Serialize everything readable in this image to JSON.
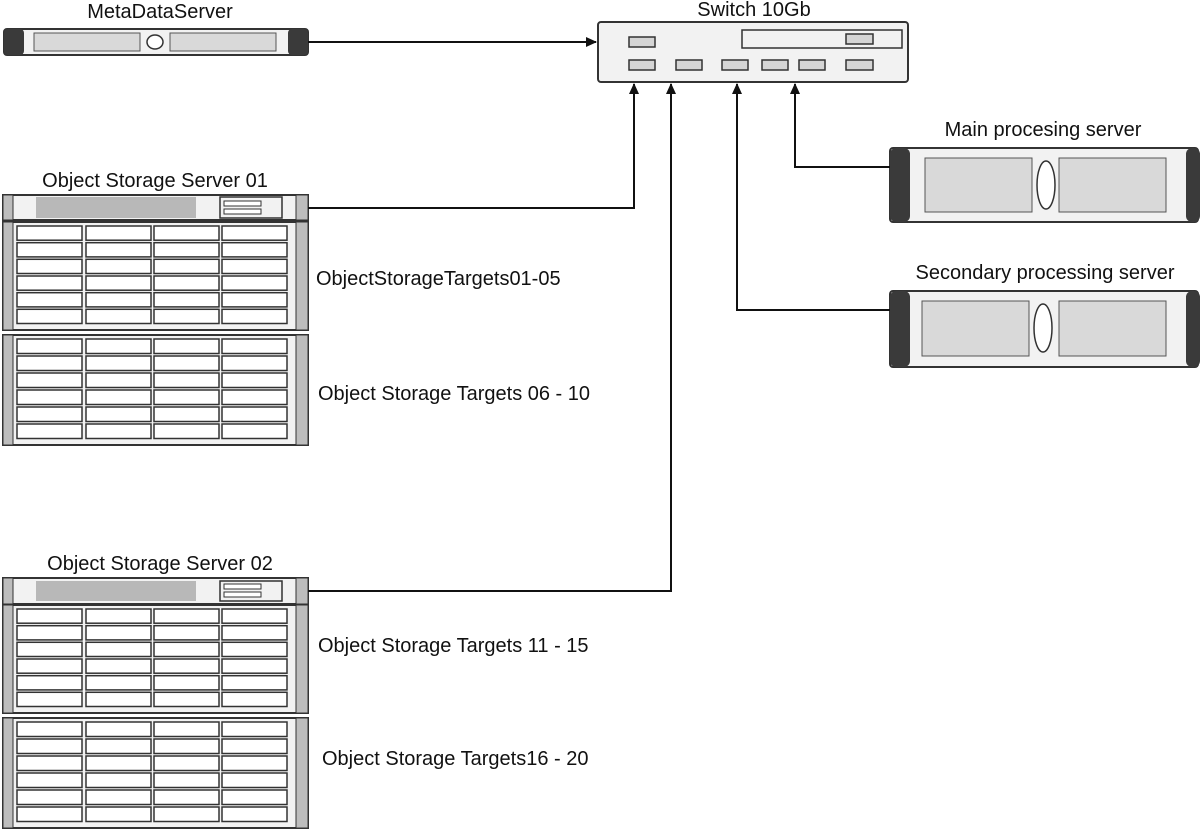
{
  "nodes": {
    "metadata_server": {
      "label": "MetaDataServer"
    },
    "switch": {
      "label": "Switch 10Gb"
    },
    "main_server": {
      "label": "Main procesing server"
    },
    "secondary_server": {
      "label": "Secondary processing server"
    },
    "oss01": {
      "label": "Object Storage Server 01"
    },
    "oss02": {
      "label": "Object Storage Server 02"
    }
  },
  "targets": {
    "t01_05": "ObjectStorageTargets01-05",
    "t06_10": "Object Storage Targets 06 - 10",
    "t11_15": "Object Storage Targets 11 - 15",
    "t16_20": "Object Storage Targets16 - 20"
  },
  "colors": {
    "line": "#111111",
    "chassis": "#f2f2f2",
    "panel": "#d9d9d9",
    "ear": "#3a3a3a"
  }
}
